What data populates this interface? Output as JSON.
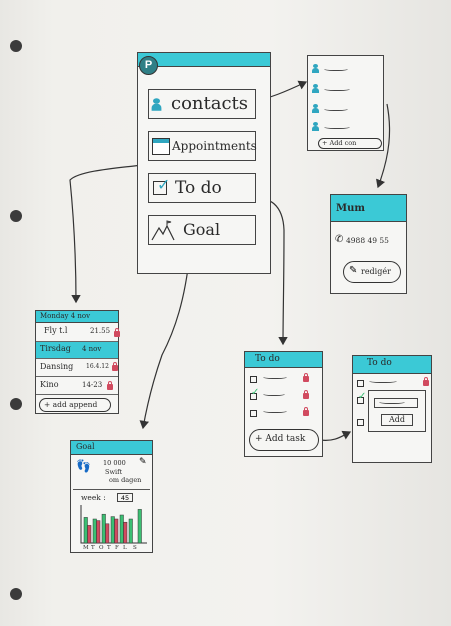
{
  "app_logo": "P",
  "home_menu": {
    "items": [
      "contacts",
      "Appointments",
      "To do",
      "Goal"
    ]
  },
  "contacts_list": {
    "add_label": "+ Add con"
  },
  "contact_detail": {
    "name": "Mum",
    "phone": "4988 49 55",
    "edit_label": "redigér"
  },
  "appointments": {
    "header": "Monday 4 nov",
    "rows": [
      {
        "text": "Fly t.l",
        "time": "21.55"
      },
      {
        "text": "Tirsdag",
        "time": "4 nov"
      },
      {
        "text": "Dansing",
        "time": "16.4.12"
      },
      {
        "text": "Kino",
        "time": "14-23"
      }
    ],
    "add_label": "+ add append"
  },
  "todo_list": {
    "title": "To do",
    "add_label": "+ Add task"
  },
  "todo_add": {
    "title": "To do",
    "add_button": "Add"
  },
  "goal_screen": {
    "title": "Goal",
    "steps_line1": "10 000",
    "steps_line2": "Swift",
    "steps_line3": "om dagen",
    "week_label": "week :",
    "week_value": "45",
    "day_labels": [
      "M",
      "T",
      "O",
      "T",
      "F",
      "L",
      "S"
    ]
  },
  "chart_data": {
    "type": "bar",
    "categories": [
      "M",
      "T",
      "O",
      "T",
      "F",
      "L",
      "S"
    ],
    "series": [
      {
        "values": [
          3.2,
          3.0,
          3.6,
          3.3,
          3.5,
          3.0,
          4.2
        ],
        "color": "#3bbf73"
      },
      {
        "values": [
          2.2,
          2.8,
          2.4,
          3.0,
          2.6,
          0,
          0
        ],
        "color": "#d14a5f"
      }
    ],
    "ylim": [
      0,
      4.5
    ],
    "colors": {
      "teal": "#3bc9d6",
      "green": "#3bbf73",
      "red": "#d14a5f"
    }
  }
}
